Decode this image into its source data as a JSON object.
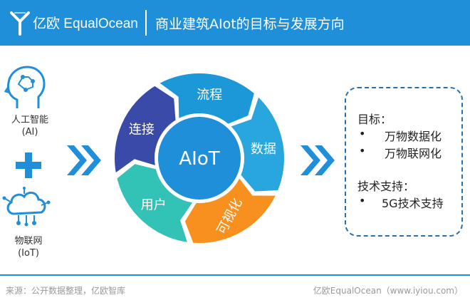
{
  "header": {
    "brand": "亿欧 EqualOcean",
    "title": "商业建筑AIot的目标与发展方向"
  },
  "left_panel": {
    "ai_label_line1": "人工智能",
    "ai_label_line2": "(AI)",
    "iot_label_line1": "物联网",
    "iot_label_line2": "(IoT)"
  },
  "cycle": {
    "center_label": "AIoT",
    "segments": [
      {
        "label": "流程",
        "color": "#1c97d8"
      },
      {
        "label": "数据",
        "color": "#2aa6de"
      },
      {
        "label": "可视化",
        "color": "#f7901e"
      },
      {
        "label": "用户",
        "color": "#33c2b6"
      },
      {
        "label": "连接",
        "color": "#3a4aa8"
      }
    ]
  },
  "goals": {
    "heading": "目标：",
    "items": [
      "万物数据化",
      "万物联网化"
    ],
    "bullet": "•"
  },
  "tech": {
    "heading": "技术支持：",
    "items": [
      "5G技术支持"
    ],
    "bullet": "•"
  },
  "footer": {
    "source": "来源：公开数据整理，亿欧智库",
    "credit": "亿欧EqualOcean（www.iyiou.com）"
  },
  "colors": {
    "header_bg": "#1e8fd8",
    "accent": "#2a6fa8",
    "chevron": "#1e8fd8",
    "center_circle": "#1e8fd8"
  }
}
